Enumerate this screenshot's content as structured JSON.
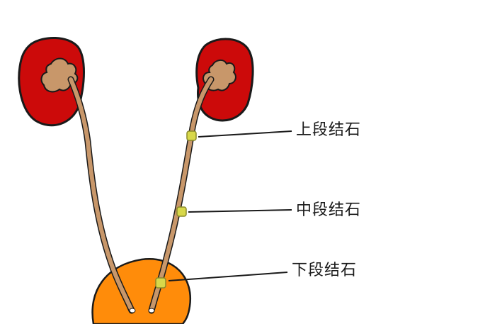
{
  "labels": {
    "upper": "上段结石",
    "middle": "中段结石",
    "lower": "下段结石"
  },
  "colors": {
    "kidney": "#cc0a0a",
    "renal_pelvis": "#c8976a",
    "ureter": "#c8976a",
    "bladder": "#ff8c0a",
    "stone": "#d8d84a",
    "outline": "#1a1a1a"
  }
}
